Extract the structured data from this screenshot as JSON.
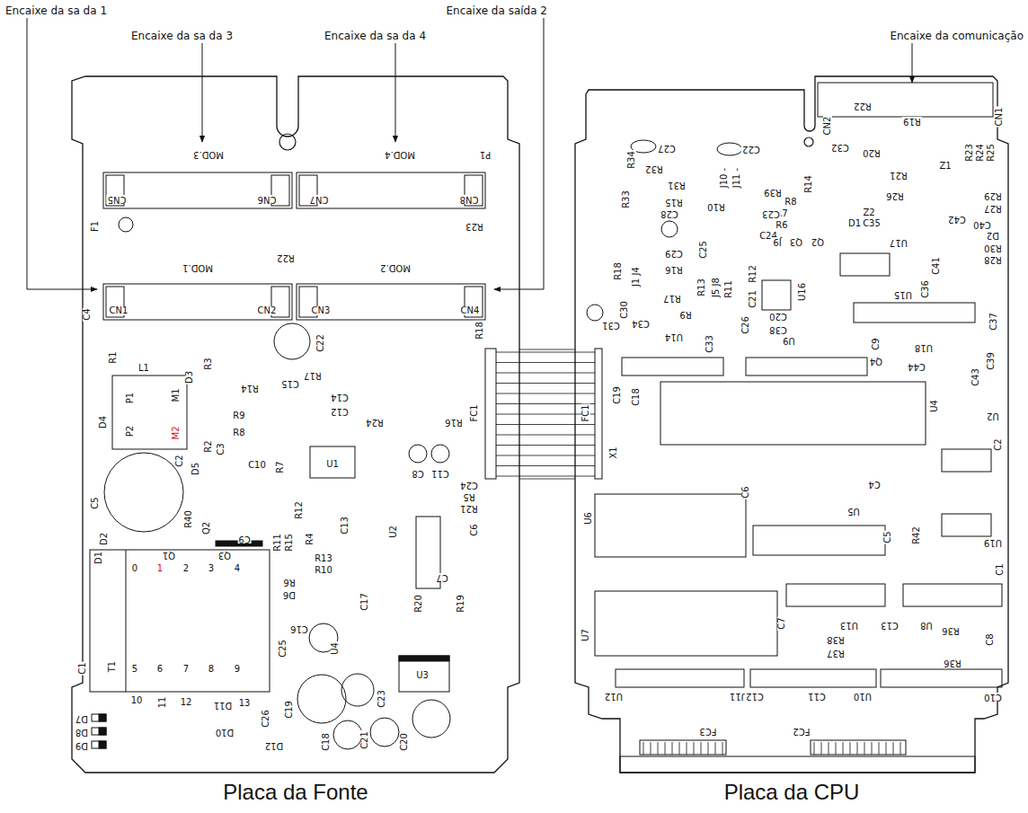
{
  "diagram": {
    "nodes": [
      {
        "text": [
          "Placa da Fonte"
        ]
      },
      {
        "text": [
          "Placa da CPU"
        ]
      }
    ],
    "edges": [
      {
        "from": 0,
        "to": 1,
        "arrow": "none"
      }
    ],
    "labels": [
      "Encaixe da sa da 1",
      "Encaixe da saída 2",
      "Encaixe da sa da 3",
      "Encaixe da sa da 4",
      "Encaixe da comunicação",
      "MOD.3",
      "MOD.4",
      "P1",
      "CN5",
      "CN6",
      "CN7",
      "CN8",
      "F1",
      "R22",
      "R23",
      "MOD.1",
      "MOD.2",
      "CN1",
      "CN2",
      "CN3",
      "CN4",
      "R18",
      "C4",
      "R1",
      "L1",
      "D3",
      "R3",
      "R14",
      "R17",
      "C22",
      "C15",
      "P1",
      "M1",
      "M2",
      "P2",
      "D4",
      "R9",
      "R8",
      "C14",
      "C12",
      "R24",
      "R16",
      "C2",
      "R2",
      "C3",
      "D5",
      "C10",
      "R7",
      "U1",
      "C8",
      "C11",
      "C24",
      "R5",
      "R21",
      "C5",
      "R12",
      "R40",
      "Q2",
      "C9",
      "Q3",
      "R11",
      "R15",
      "R4",
      "C13",
      "U2",
      "C6",
      "D2",
      "D1",
      "Q1",
      "R13",
      "R10",
      "R6",
      "D6",
      "C7",
      "0",
      "1",
      "2",
      "3",
      "4",
      "5",
      "6",
      "7",
      "8",
      "9",
      "10",
      "11",
      "12",
      "D11",
      "13",
      "T1",
      "C1",
      "C16",
      "R20",
      "R19",
      "C17",
      "U4",
      "C25",
      "C26",
      "U3",
      "C23",
      "C19",
      "C18",
      "C21",
      "C20",
      "D7",
      "D8",
      "D9",
      "D10",
      "D12",
      "FC1",
      "FC1",
      "R22",
      "R19",
      "CN2",
      "CN1",
      "C32",
      "R20",
      "R21",
      "R23",
      "R24",
      "R25",
      "Z1",
      "C27",
      "C22",
      "R34",
      "R32",
      "J10 -",
      "J11 -",
      "R39",
      "R14",
      "R29",
      "R26",
      "R31",
      "R33",
      "R15",
      "R8",
      "R10",
      "R7",
      "R6",
      "C28",
      "C23",
      "C24",
      "Z2",
      "D1",
      "C35",
      "R27",
      "C40",
      "C42",
      "D2",
      "R30",
      "R28",
      "J9",
      "Q3",
      "Q2",
      "U17",
      "C41",
      "C25",
      "J1 J4",
      "C29",
      "R16",
      "R18",
      "R13",
      "J5 J8",
      "R11",
      "R12",
      "U16",
      "U15",
      "C36",
      "R17",
      "R9",
      "C30",
      "C31",
      "C34",
      "U14",
      "C26",
      "C20",
      "C38",
      "U9",
      "C37",
      "C33",
      "C9",
      "Q4",
      "U18",
      "C39",
      "C44",
      "C43",
      "C19",
      "C18",
      "U4",
      "U2",
      "C2",
      "X1",
      "C6",
      "C4",
      "U6",
      "U5",
      "C5",
      "R42",
      "U19",
      "C1",
      "U13",
      "C13",
      "U8",
      "R38",
      "R37",
      "R36",
      "R36",
      "C8",
      "C7",
      "U7",
      "U12",
      "U11",
      "C12",
      "C11",
      "U10",
      "C10",
      "FC3",
      "FC2",
      "C21"
    ]
  }
}
